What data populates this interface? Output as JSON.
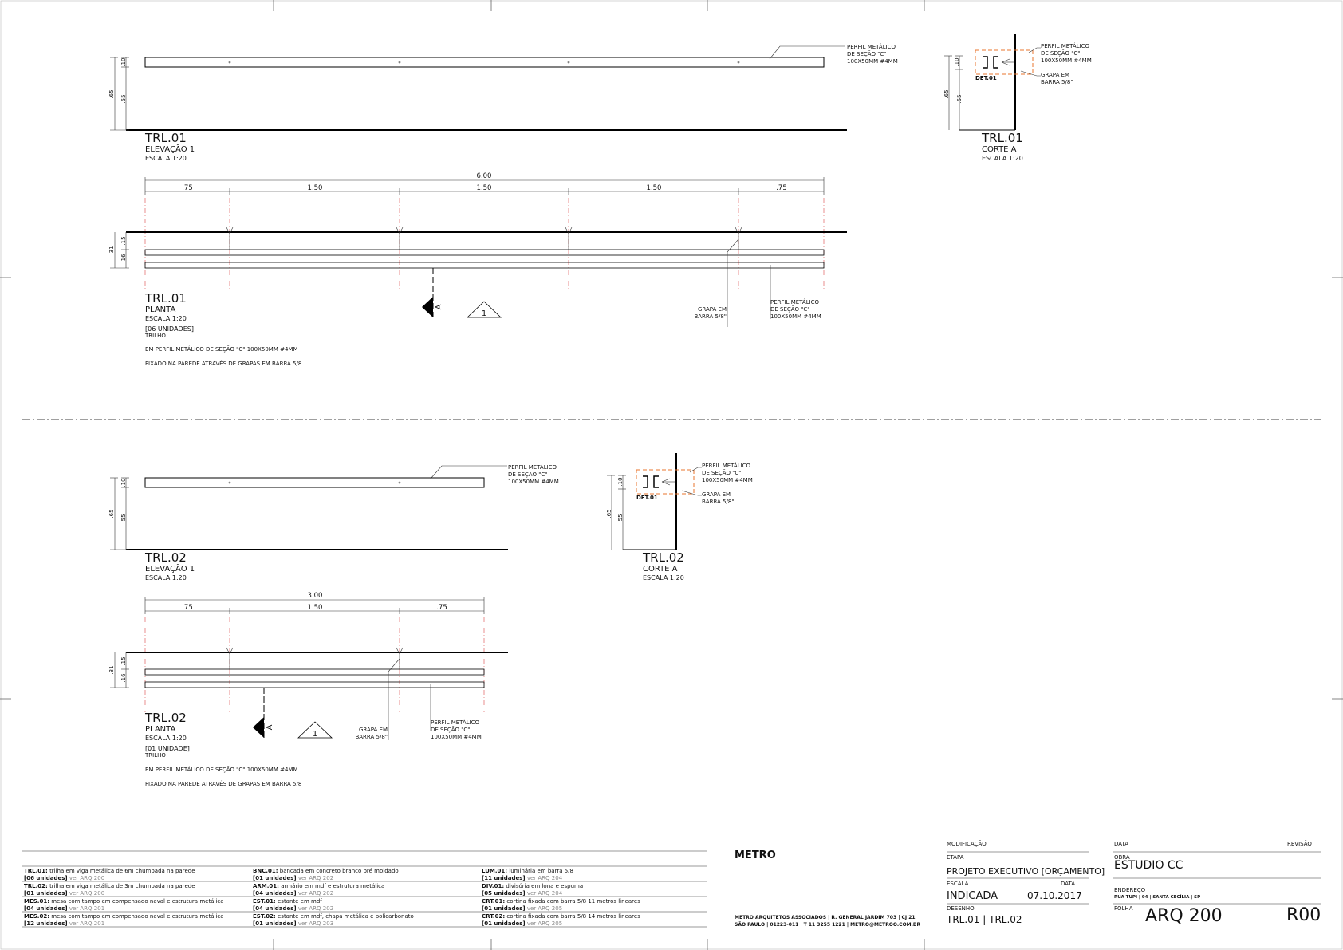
{
  "trl01": {
    "elevation": {
      "title": "TRL.01",
      "subtitle": "ELEVAÇÃO 1",
      "scale": "ESCALA 1:20",
      "callout": [
        "PERFIL METÁLICO",
        "DE SEÇÃO \"C\"",
        "100X50MM #4MM"
      ],
      "dims": {
        "d10": ".10",
        "d55": ".55",
        "d65": ".65"
      }
    },
    "section": {
      "title": "TRL.01",
      "subtitle": "CORTE A",
      "scale": "ESCALA 1:20",
      "det": "DET.01",
      "callout1": [
        "PERFIL METÁLICO",
        "DE SEÇÃO \"C\"",
        "100X50MM #4MM"
      ],
      "callout2": [
        "GRAPA EM",
        "BARRA 5/8\""
      ],
      "dims": {
        "d10": ".10",
        "d55": ".55",
        "d65": ".65"
      }
    },
    "plan": {
      "title": "TRL.01",
      "subtitle": "PLANTA",
      "scale": "ESCALA 1:20",
      "units": "[06 UNIDADES]",
      "kind": "TRILHO",
      "note1": "EM PERFIL METÁLICO DE SEÇÃO \"C\" 100X50MM #4MM",
      "note2": "FIXADO NA PAREDE ATRAVÉS DE GRAPAS EM BARRA 5/8",
      "total": "6.00",
      "segments": [
        ".75",
        "1.50",
        "1.50",
        "1.50",
        ".75"
      ],
      "dims": {
        "d15": ".15",
        "d16": ".16",
        "d31": ".31"
      },
      "section_mark": "A",
      "ref_number": "1",
      "grapa": [
        "GRAPA EM",
        "BARRA 5/8\""
      ],
      "perfil": [
        "PERFIL METÁLICO",
        "DE SEÇÃO \"C\"",
        "100X50MM #4MM"
      ]
    }
  },
  "trl02": {
    "elevation": {
      "title": "TRL.02",
      "subtitle": "ELEVAÇÃO 1",
      "scale": "ESCALA 1:20",
      "callout": [
        "PERFIL METÁLICO",
        "DE SEÇÃO \"C\"",
        "100X50MM #4MM"
      ],
      "dims": {
        "d10": ".10",
        "d55": ".55",
        "d65": ".65"
      }
    },
    "section": {
      "title": "TRL.02",
      "subtitle": "CORTE A",
      "scale": "ESCALA 1:20",
      "det": "DET.01",
      "callout1": [
        "PERFIL METÁLICO",
        "DE SEÇÃO \"C\"",
        "100X50MM #4MM"
      ],
      "callout2": [
        "GRAPA EM",
        "BARRA 5/8\""
      ],
      "dims": {
        "d10": ".10",
        "d55": ".55",
        "d65": ".65"
      }
    },
    "plan": {
      "title": "TRL.02",
      "subtitle": "PLANTA",
      "scale": "ESCALA 1:20",
      "units": "[01 UNIDADE]",
      "kind": "TRILHO",
      "note1": "EM PERFIL METÁLICO DE SEÇÃO \"C\" 100X50MM #4MM",
      "note2": "FIXADO NA PAREDE ATRAVÉS DE GRAPAS EM BARRA 5/8",
      "total": "3.00",
      "segments": [
        ".75",
        "1.50",
        ".75"
      ],
      "dims": {
        "d15": ".15",
        "d16": ".16",
        "d31": ".31"
      },
      "section_mark": "A",
      "ref_number": "1",
      "grapa": [
        "GRAPA EM",
        "BARRA 5/8\""
      ],
      "perfil": [
        "PERFIL METÁLICO",
        "DE SEÇÃO \"C\"",
        "100X50MM #4MM"
      ]
    }
  },
  "legend": [
    [
      {
        "code": "TRL.01:",
        "desc": "trilha em viga metálica de 6m chumbada na parede",
        "units": "[06 unidades]",
        "ref": "ver ARQ 200"
      },
      {
        "code": "TRL.02:",
        "desc": "trilha em viga metálica de 3m chumbada na parede",
        "units": "[01 unidades]",
        "ref": "ver ARQ 200"
      },
      {
        "code": "MES.01:",
        "desc": "mesa com tampo em compensado naval e estrutura metálica",
        "units": "[04 unidades]",
        "ref": "ver ARQ 201"
      },
      {
        "code": "MES.02:",
        "desc": "mesa com tampo em compensado naval e estrutura metálica",
        "units": "[12 unidades]",
        "ref": "ver ARQ 201"
      }
    ],
    [
      {
        "code": "BNC.01:",
        "desc": "bancada em concreto branco pré moldado",
        "units": "[01 unidades]",
        "ref": "ver ARQ 202"
      },
      {
        "code": "ARM.01:",
        "desc": "armário em mdf e estrutura metálica",
        "units": "[04 unidades]",
        "ref": "ver ARQ 202"
      },
      {
        "code": "EST.01:",
        "desc": "estante em mdf",
        "units": "[04 unidades]",
        "ref": "ver ARQ 202"
      },
      {
        "code": "EST.02:",
        "desc": "estante em mdf, chapa metálica e policarbonato",
        "units": "[01 unidades]",
        "ref": "ver ARQ 203"
      }
    ],
    [
      {
        "code": "LUM.01:",
        "desc": "luminária em barra 5/8",
        "units": "[11 unidades]",
        "ref": "ver ARQ 204"
      },
      {
        "code": "DIV.01:",
        "desc": "divisória em lona e espuma",
        "units": "[05 unidades]",
        "ref": "ver ARQ 204"
      },
      {
        "code": "CRT.01:",
        "desc": "cortina fixada com barra 5/8   11 metros lineares",
        "units": "[01 unidades]",
        "ref": "ver ARQ 205"
      },
      {
        "code": "CRT.02:",
        "desc": "cortina fixada com barra 5/8   14 metros lineares",
        "units": "[01 unidades]",
        "ref": "ver ARQ 205"
      }
    ]
  ],
  "titleblock": {
    "logo": "METRO",
    "office_line1": "METRO ARQUITETOS ASSOCIADOS | R. GENERAL JARDIM 703 | CJ 21",
    "office_line2": "SÃO PAULO | 01223-011 | T 11 3255 1221 | METRO@METROO.COM.BR",
    "modificacao_label": "MODIFICAÇÃO",
    "data_label_top": "DATA",
    "revisao_label": "REVISÃO",
    "etapa_label": "ETAPA",
    "etapa": "PROJETO EXECUTIVO [ORÇAMENTO]",
    "obra_label": "OBRA",
    "obra": "ESTUDIO CC",
    "escala_label": "ESCALA",
    "escala": "INDICADA",
    "data_label": "DATA",
    "data": "07.10.2017",
    "endereco_label": "ENDEREÇO",
    "endereco": "RUA TUPI | 94 | SANTA CECÍLIA | SP",
    "desenho_label": "DESENHO",
    "desenho": "TRL.01 | TRL.02",
    "folha_label": "FOLHA",
    "folha": "ARQ 200",
    "revisao": "R00"
  },
  "colors": {
    "axis": "#e06060",
    "detail": "#e8742c",
    "ink": "#000000"
  }
}
